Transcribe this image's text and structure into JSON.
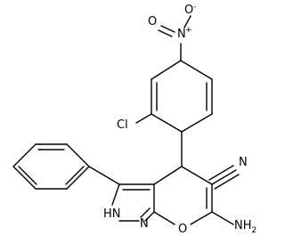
{
  "atoms": {
    "nitro_n": "N",
    "nitro_o_top": "O",
    "nitro_o_top_charge": "-",
    "nitro_o_left": "O",
    "nitro_n_charge": "+",
    "cl": "Cl",
    "nitrile_n": "N",
    "nh": "HN",
    "ring_n": "N",
    "ring_o": "O",
    "amino": "NH",
    "amino_sub": "2"
  }
}
